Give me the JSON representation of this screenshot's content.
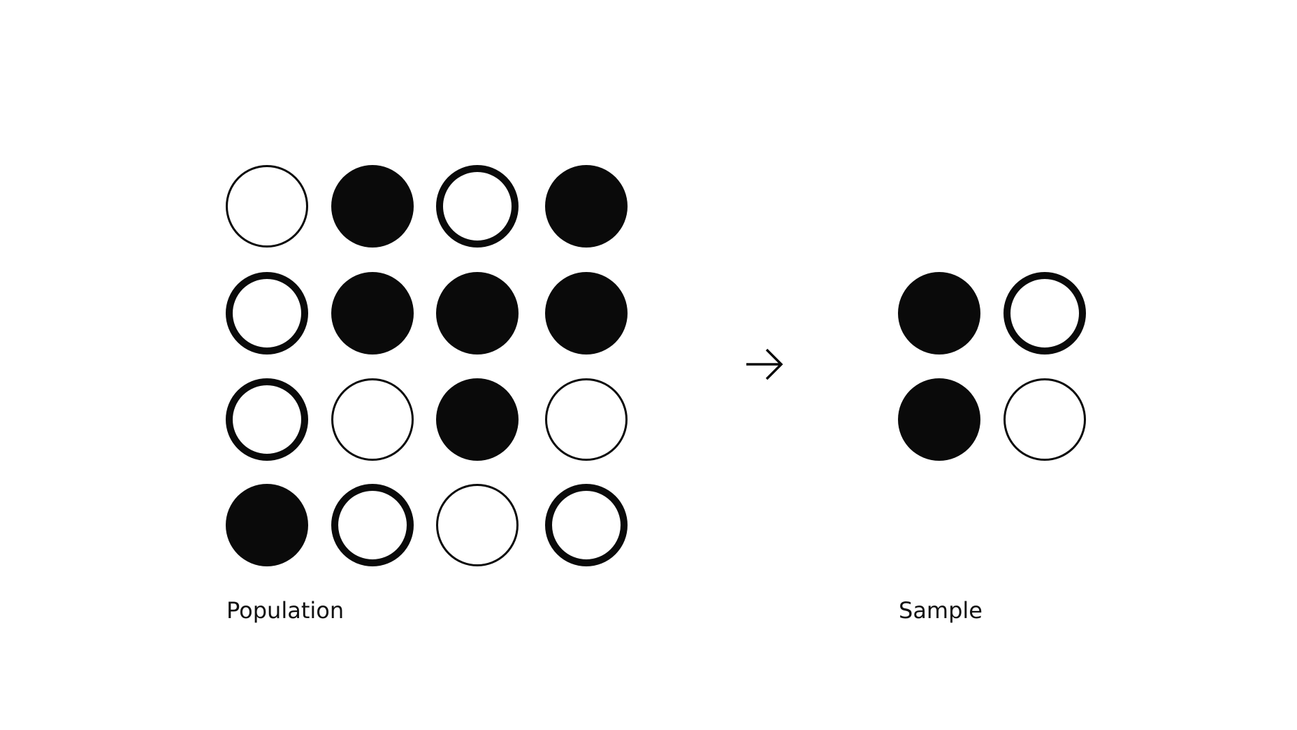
{
  "population": {
    "label": "Population",
    "grid": [
      [
        "thin",
        "filled",
        "thick",
        "filled"
      ],
      [
        "thick",
        "filled",
        "filled",
        "filled"
      ],
      [
        "thick",
        "thin",
        "filled",
        "thin"
      ],
      [
        "filled",
        "thick",
        "thin",
        "thick"
      ]
    ]
  },
  "arrow": {
    "icon": "arrow-right-icon"
  },
  "sample": {
    "label": "Sample",
    "grid": [
      [
        "filled",
        "thick"
      ],
      [
        "filled",
        "thin"
      ]
    ]
  },
  "colors": {
    "ink": "#0a0a0a",
    "background": "#ffffff"
  }
}
